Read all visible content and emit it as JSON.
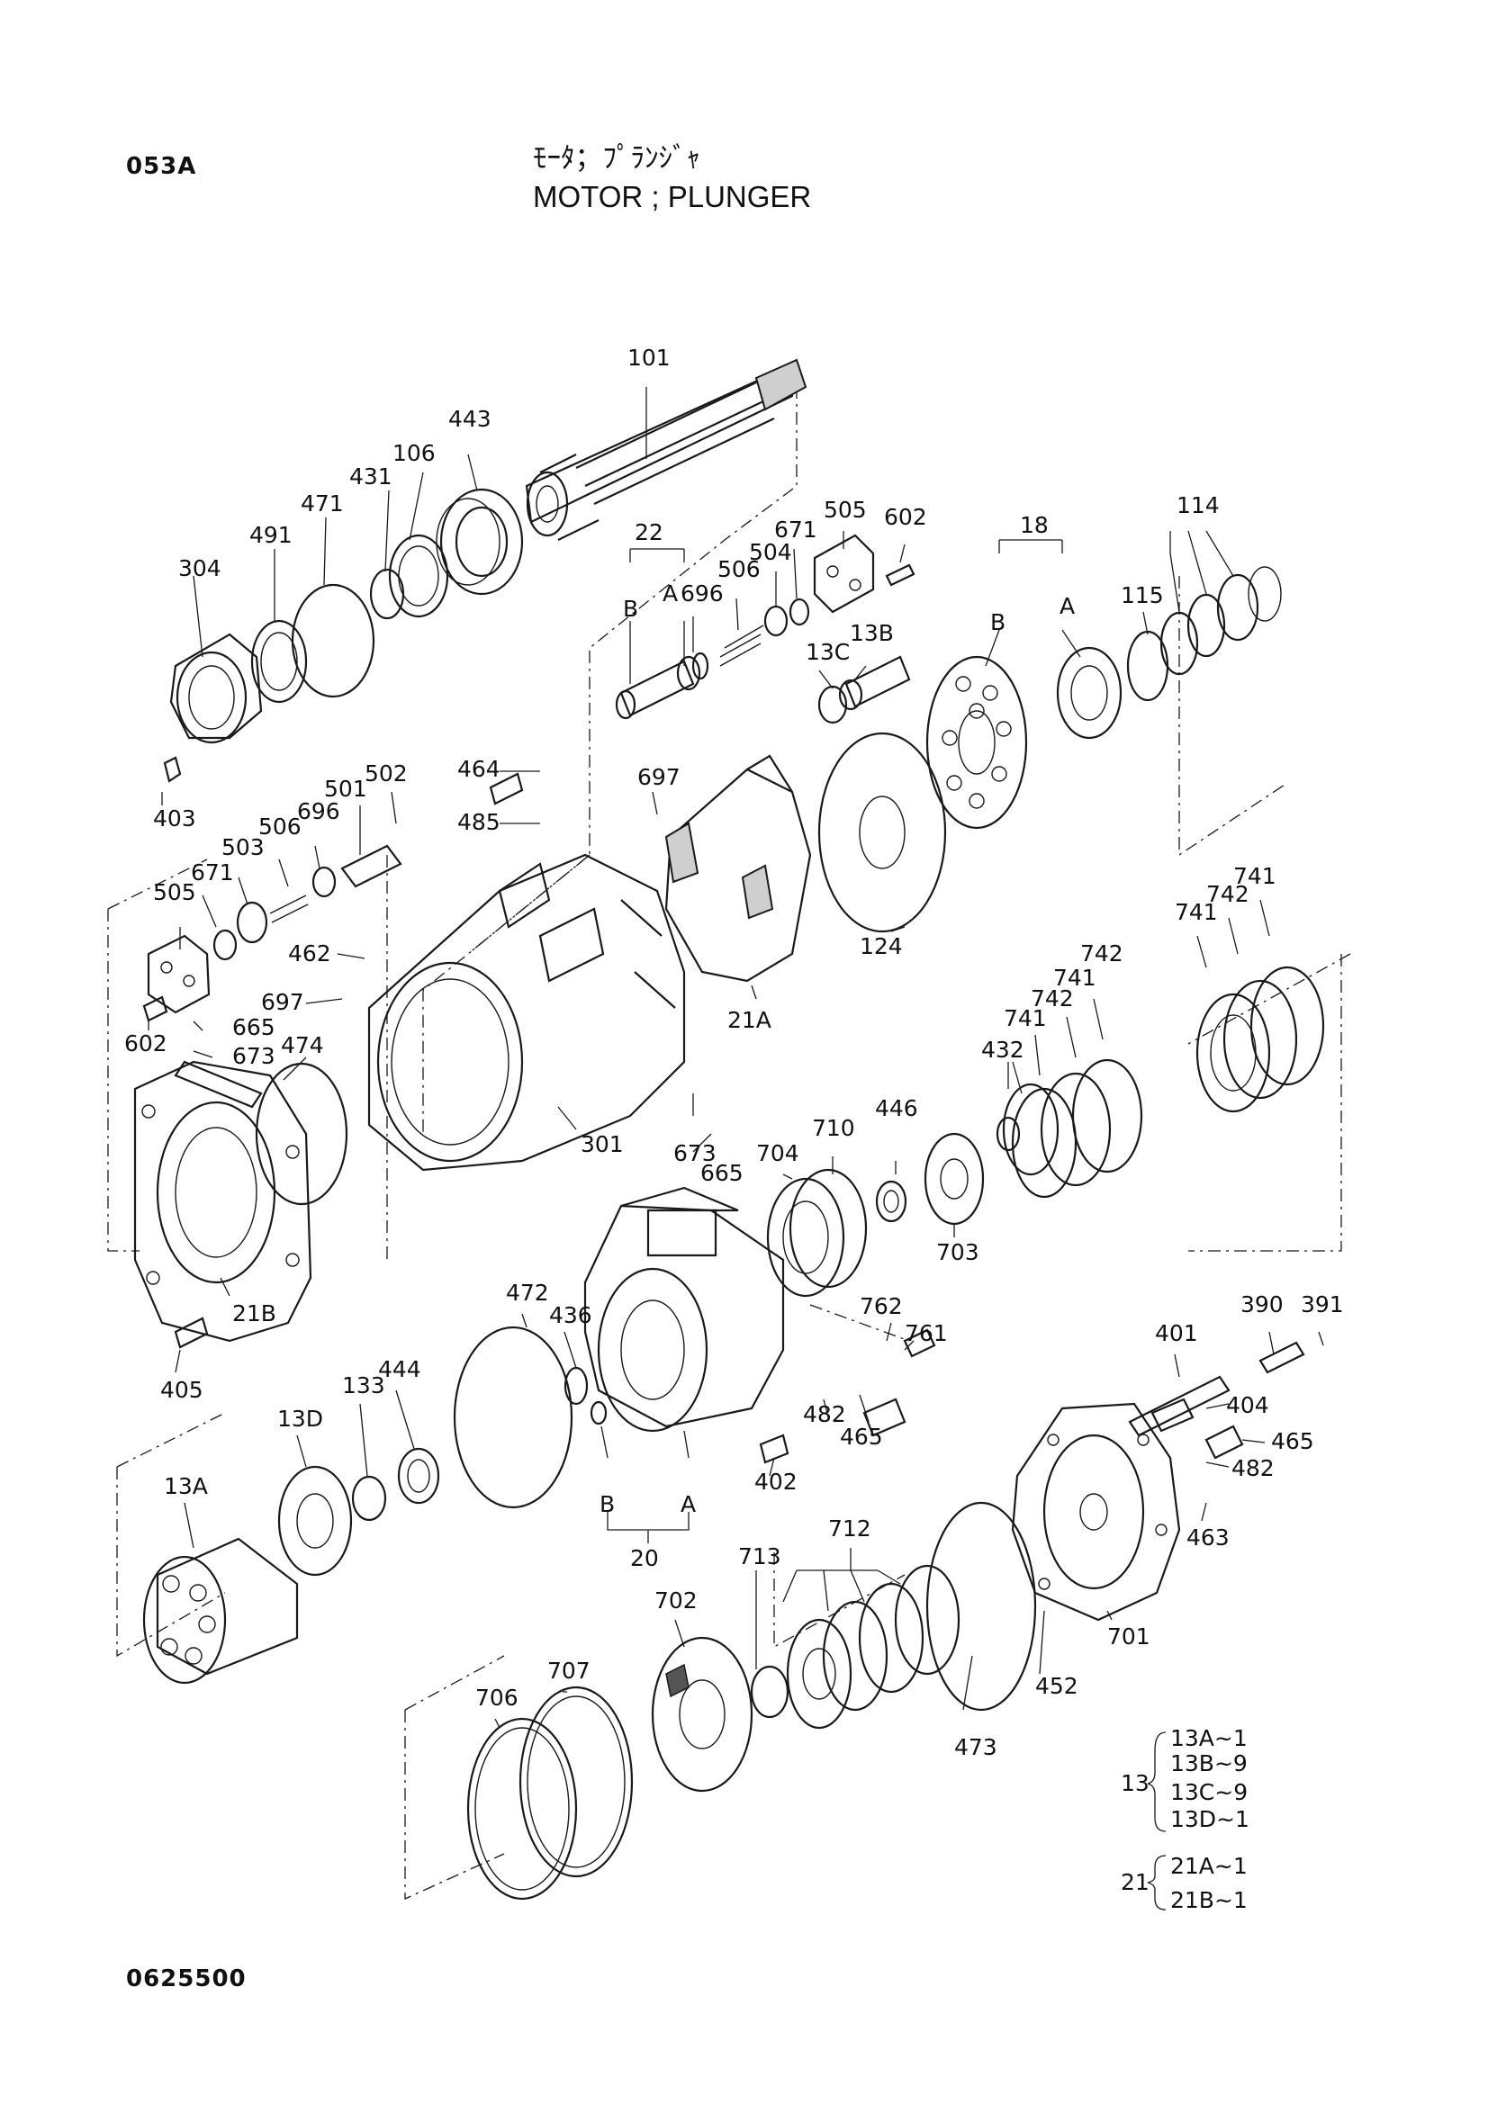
{
  "header": {
    "page_code": "053A",
    "title_jp": "ﾓｰﾀ；ﾌﾟﾗﾝｼﾞｬ",
    "title_en": "MOTOR ; PLUNGER"
  },
  "footer": {
    "document_number": "0625500"
  },
  "callouts": {
    "c101": "101",
    "c443": "443",
    "c106": "106",
    "c431": "431",
    "c471": "471",
    "c491": "491",
    "c304": "304",
    "c403": "403",
    "c22": "22",
    "c22B": "B",
    "c22A": "A",
    "c696a": "696",
    "c506a": "506",
    "c504": "504",
    "c671a": "671",
    "c505a": "505",
    "c602a": "602",
    "c13C": "13C",
    "c13B": "13B",
    "c18": "18",
    "c18B": "B",
    "c18A": "A",
    "c114": "114",
    "c115": "115",
    "c464": "464",
    "c485": "485",
    "c697a": "697",
    "c502": "502",
    "c501": "501",
    "c696b": "696",
    "c506b": "506",
    "c503": "503",
    "c671b": "671",
    "c505b": "505",
    "c602b": "602",
    "c462": "462",
    "c697b": "697",
    "c665a": "665",
    "c673a": "673",
    "c474": "474",
    "c124": "124",
    "c21A": "21A",
    "c741a": "741",
    "c742a": "742",
    "c741b": "741",
    "c742b": "742",
    "c741c": "741",
    "c742c": "742",
    "c741d": "741",
    "c432": "432",
    "c446": "446",
    "c710": "710",
    "c704": "704",
    "c703": "703",
    "c301": "301",
    "c673b": "673",
    "c665b": "665",
    "c21B": "21B",
    "c405": "405",
    "c472": "472",
    "c436": "436",
    "c444": "444",
    "c133": "133",
    "c13D": "13D",
    "c13A": "13A",
    "c762": "762",
    "c761": "761",
    "c482a": "482",
    "c465a": "465",
    "c402": "402",
    "c20B": "B",
    "c20A": "A",
    "c20": "20",
    "c390": "390",
    "c391": "391",
    "c401": "401",
    "c404": "404",
    "c465b": "465",
    "c482b": "482",
    "c463": "463",
    "c701": "701",
    "c452": "452",
    "c712": "712",
    "c713": "713",
    "c702": "702",
    "c473": "473",
    "c707": "707",
    "c706": "706"
  },
  "legend": {
    "group13": {
      "label": "13",
      "items": [
        "13A~1",
        "13B~9",
        "13C~9",
        "13D~1"
      ]
    },
    "group21": {
      "label": "21",
      "items": [
        "21A~1",
        "21B~1"
      ]
    }
  }
}
